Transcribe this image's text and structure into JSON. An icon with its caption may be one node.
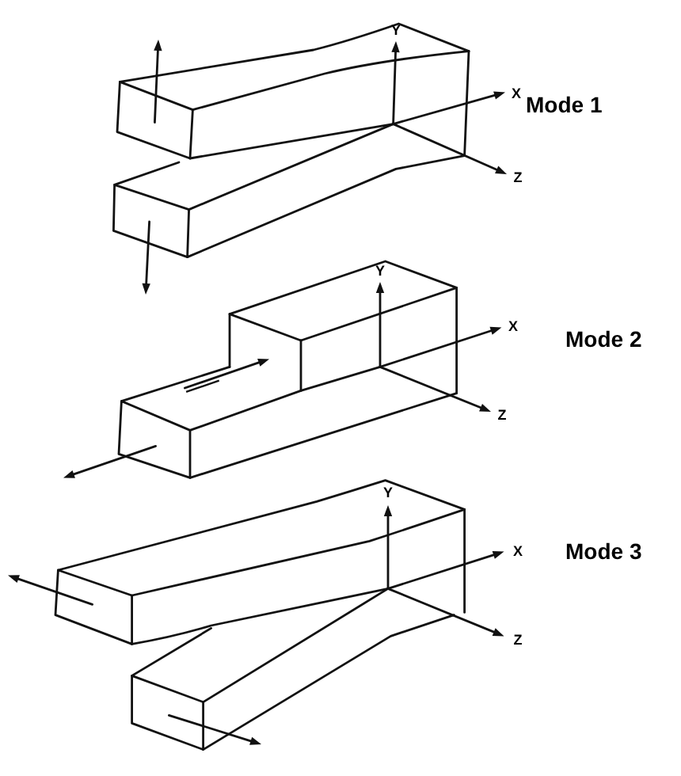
{
  "diagram": {
    "labels": [
      "Y",
      "X",
      "Mode 1",
      "Z",
      "Y",
      "X",
      "Mode 2",
      "Z",
      "Y",
      "X",
      "Mode 3",
      "Z"
    ]
  }
}
